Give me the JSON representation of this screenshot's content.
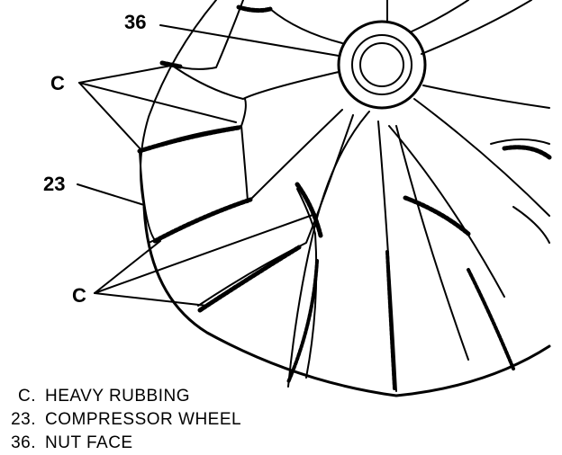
{
  "callouts": {
    "nut_face": "36",
    "heavy_rubbing_top": "C",
    "compressor_wheel": "23",
    "heavy_rubbing_bottom": "C"
  },
  "legend": [
    {
      "key": "C.",
      "text": "HEAVY RUBBING"
    },
    {
      "key": "23.",
      "text": "COMPRESSOR WHEEL"
    },
    {
      "key": "36.",
      "text": "NUT FACE"
    }
  ],
  "colors": {
    "ink": "#000000",
    "paper": "#ffffff"
  }
}
